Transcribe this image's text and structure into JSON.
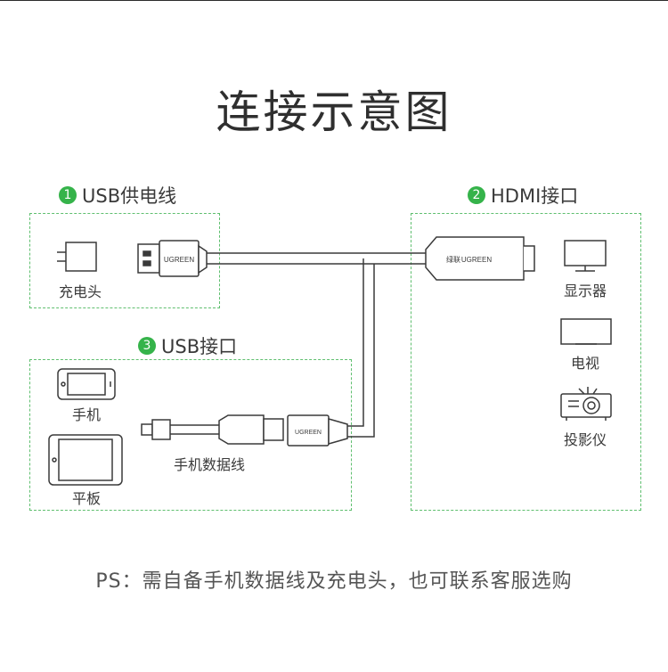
{
  "title": "连接示意图",
  "sections": {
    "usb_power": {
      "number": "1",
      "label": "USB供电线"
    },
    "hdmi": {
      "number": "2",
      "label": "HDMI接口"
    },
    "usb_port": {
      "number": "3",
      "label": "USB接口"
    }
  },
  "devices": {
    "charger": "充电头",
    "monitor": "显示器",
    "tv": "电视",
    "projector": "投影仪",
    "phone": "手机",
    "tablet": "平板",
    "phone_cable": "手机数据线"
  },
  "brand": {
    "mark": "UGREEN",
    "cn_mark": "绿联"
  },
  "footer_note": "PS：需自备手机数据线及充电头，也可联系客服选购",
  "colors": {
    "accent": "#35b34a",
    "dashed_border": "#5fbf6f",
    "line": "#3a3a3a"
  }
}
